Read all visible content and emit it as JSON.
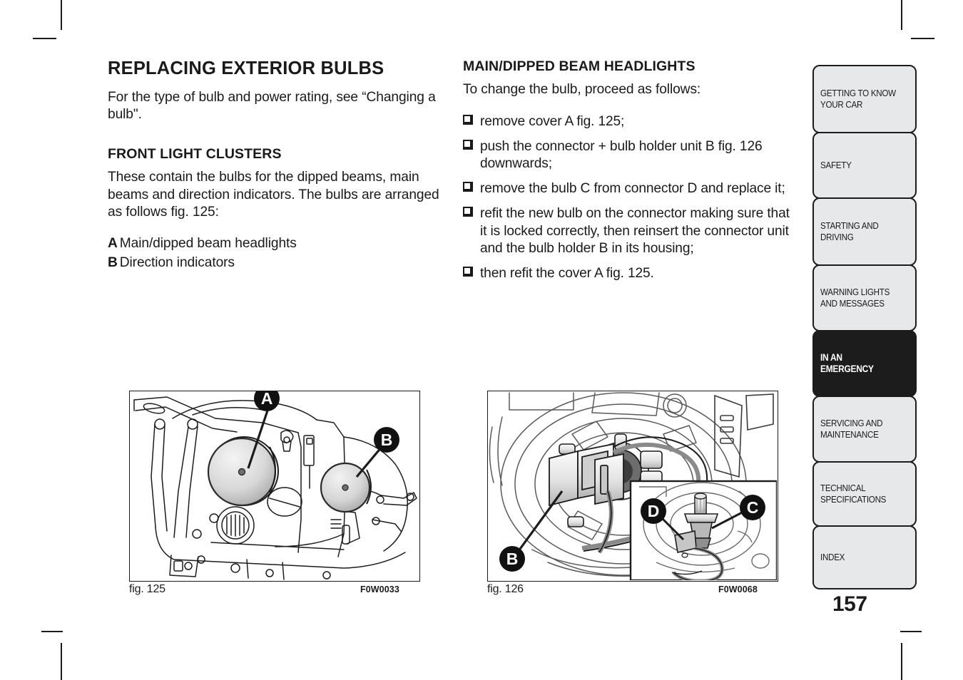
{
  "document": {
    "page_number": "157"
  },
  "left_column": {
    "title": "REPLACING EXTERIOR BULBS",
    "intro": "For the type of bulb and power rating, see “Changing a bulb\".",
    "subtitle": "FRONT LIGHT CLUSTERS",
    "body": "These contain the bulbs for the dipped beams, main beams and direction indicators. The bulbs are arranged as follows fig. 125:",
    "key_items": [
      {
        "key": "A",
        "text": "Main/dipped beam headlights"
      },
      {
        "key": "B",
        "text": "Direction indicators"
      }
    ]
  },
  "right_column": {
    "subtitle": "MAIN/DIPPED BEAM HEADLIGHTS",
    "intro": "To change the bulb, proceed as follows:",
    "steps": [
      "remove cover A fig. 125;",
      "push the connector + bulb holder unit B fig. 126 downwards;",
      "remove the bulb C from connector D and replace it;",
      "refit the new bulb on the connector making sure that it is locked correctly, then reinsert the connector unit and the bulb holder B in its housing;",
      "then refit the cover A fig. 125."
    ]
  },
  "figures": {
    "fig125": {
      "caption": "fig. 125",
      "code": "F0W0033",
      "callouts": [
        "A",
        "B"
      ],
      "description": "Front light cluster assembly showing main/dipped beam headlight cover A and direction indicator cover B"
    },
    "fig126": {
      "caption": "fig. 126",
      "code": "F0W0068",
      "callouts": [
        "B",
        "D",
        "C"
      ],
      "description": "Headlight rear housing with connector plus bulb holder unit B, and inset detail of bulb C and connector D"
    }
  },
  "sidebar": {
    "tabs": [
      {
        "label": "GETTING TO KNOW\nYOUR CAR",
        "active": false
      },
      {
        "label": "SAFETY",
        "active": false
      },
      {
        "label": "STARTING AND\nDRIVING",
        "active": false
      },
      {
        "label": "WARNING LIGHTS\nAND MESSAGES",
        "active": false
      },
      {
        "label": "IN AN\nEMERGENCY",
        "active": true
      },
      {
        "label": "SERVICING AND\nMAINTENANCE",
        "active": false
      },
      {
        "label": "TECHNICAL\nSPECIFICATIONS",
        "active": false
      },
      {
        "label": "INDEX",
        "active": false
      }
    ]
  },
  "colors": {
    "ink": "#1c1c1c",
    "tab_fill": "#e6e8ea",
    "tab_active_fill": "#1c1c1c",
    "paper": "#ffffff"
  }
}
